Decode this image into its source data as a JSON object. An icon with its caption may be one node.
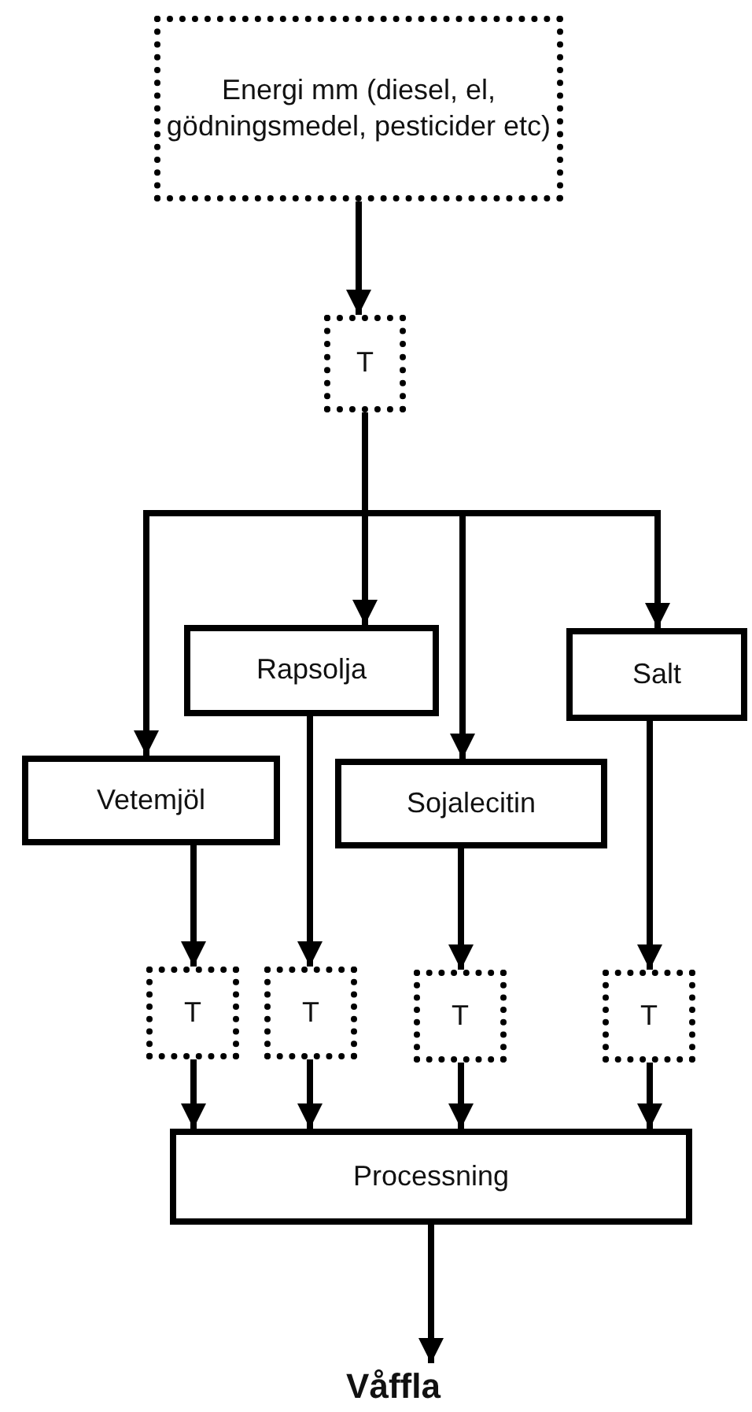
{
  "diagram": {
    "nodes": [
      {
        "text": [
          "Energi mm (diesel, el, gödningsmedel, pesticider etc)"
        ]
      },
      {
        "text": [
          "T"
        ]
      },
      {
        "text": [
          "Rapsolja"
        ]
      },
      {
        "text": [
          "Salt"
        ]
      },
      {
        "text": [
          "Vetemjöl"
        ]
      },
      {
        "text": [
          "Sojalecitin"
        ]
      },
      {
        "text": [
          "T"
        ]
      },
      {
        "text": [
          "T"
        ]
      },
      {
        "text": [
          "T"
        ]
      },
      {
        "text": [
          "T"
        ]
      },
      {
        "text": [
          "Processning"
        ]
      },
      {
        "text": [
          "Våffla"
        ]
      }
    ],
    "edges": [
      {
        "from": 0,
        "to": 1,
        "arrow": "to"
      },
      {
        "from": 1,
        "to": 2,
        "arrow": "to"
      },
      {
        "from": 1,
        "to": 4,
        "arrow": "to"
      },
      {
        "from": 1,
        "to": 5,
        "arrow": "to"
      },
      {
        "from": 1,
        "to": 3,
        "arrow": "to"
      },
      {
        "from": 4,
        "to": 6,
        "arrow": "to"
      },
      {
        "from": 2,
        "to": 7,
        "arrow": "to"
      },
      {
        "from": 5,
        "to": 8,
        "arrow": "to"
      },
      {
        "from": 3,
        "to": 9,
        "arrow": "to"
      },
      {
        "from": 6,
        "to": 10,
        "arrow": "to"
      },
      {
        "from": 7,
        "to": 10,
        "arrow": "to"
      },
      {
        "from": 8,
        "to": 10,
        "arrow": "to"
      },
      {
        "from": 9,
        "to": 10,
        "arrow": "to"
      },
      {
        "from": 10,
        "to": 11,
        "arrow": "to"
      }
    ]
  }
}
